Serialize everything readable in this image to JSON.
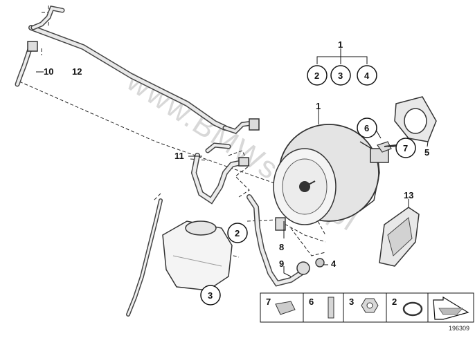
{
  "watermark": "www.BMWstore.pl",
  "reference": "196309",
  "tree": {
    "root": "1",
    "children": [
      "2",
      "3",
      "4"
    ]
  },
  "labels": {
    "l1": "1",
    "l5": "5",
    "l6": "6",
    "l7": "7",
    "l8": "8",
    "l9": "9",
    "l10": "10",
    "l11": "11",
    "l12": "12",
    "l13": "13",
    "l2": "2",
    "l3": "3",
    "l4": "4"
  },
  "legend": {
    "items": [
      "7",
      "6",
      "3",
      "2"
    ]
  }
}
